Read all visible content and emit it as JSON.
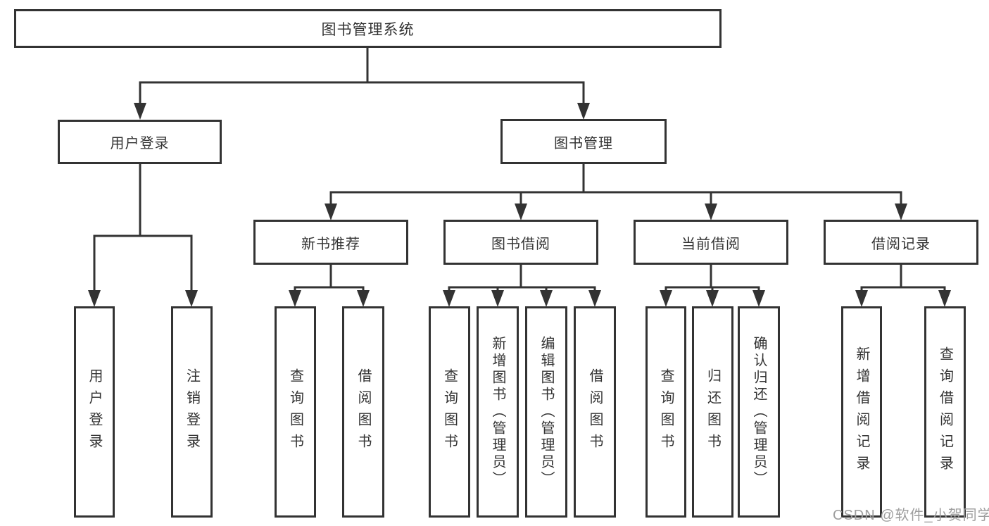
{
  "root": {
    "label": "图书管理系统"
  },
  "level2": {
    "user_login": {
      "label": "用户登录",
      "children": [
        "用户登录",
        "注销登录"
      ]
    },
    "book_management": {
      "label": "图书管理"
    }
  },
  "level3": {
    "new_book_recommend": {
      "label": "新书推荐",
      "children": [
        "查询图书",
        "借阅图书"
      ]
    },
    "book_borrowing": {
      "label": "图书借阅",
      "children": [
        "查询图书",
        "新增图书（管理员）",
        "编辑图书（管理员）",
        "借阅图书"
      ]
    },
    "current_borrowing": {
      "label": "当前借阅",
      "children": [
        "查询图书",
        "归还图书",
        "确认归还（管理员）"
      ]
    },
    "borrowing_records": {
      "label": "借阅记录",
      "children": [
        "新增借阅记录",
        "查询借阅记录"
      ]
    }
  },
  "watermark": {
    "text": "CSDN @软件_小贺同学",
    "color": "#9e9e9e"
  },
  "colors": {
    "line": "#333333",
    "border": "#333333",
    "text": "#333333",
    "background": "#ffffff"
  }
}
